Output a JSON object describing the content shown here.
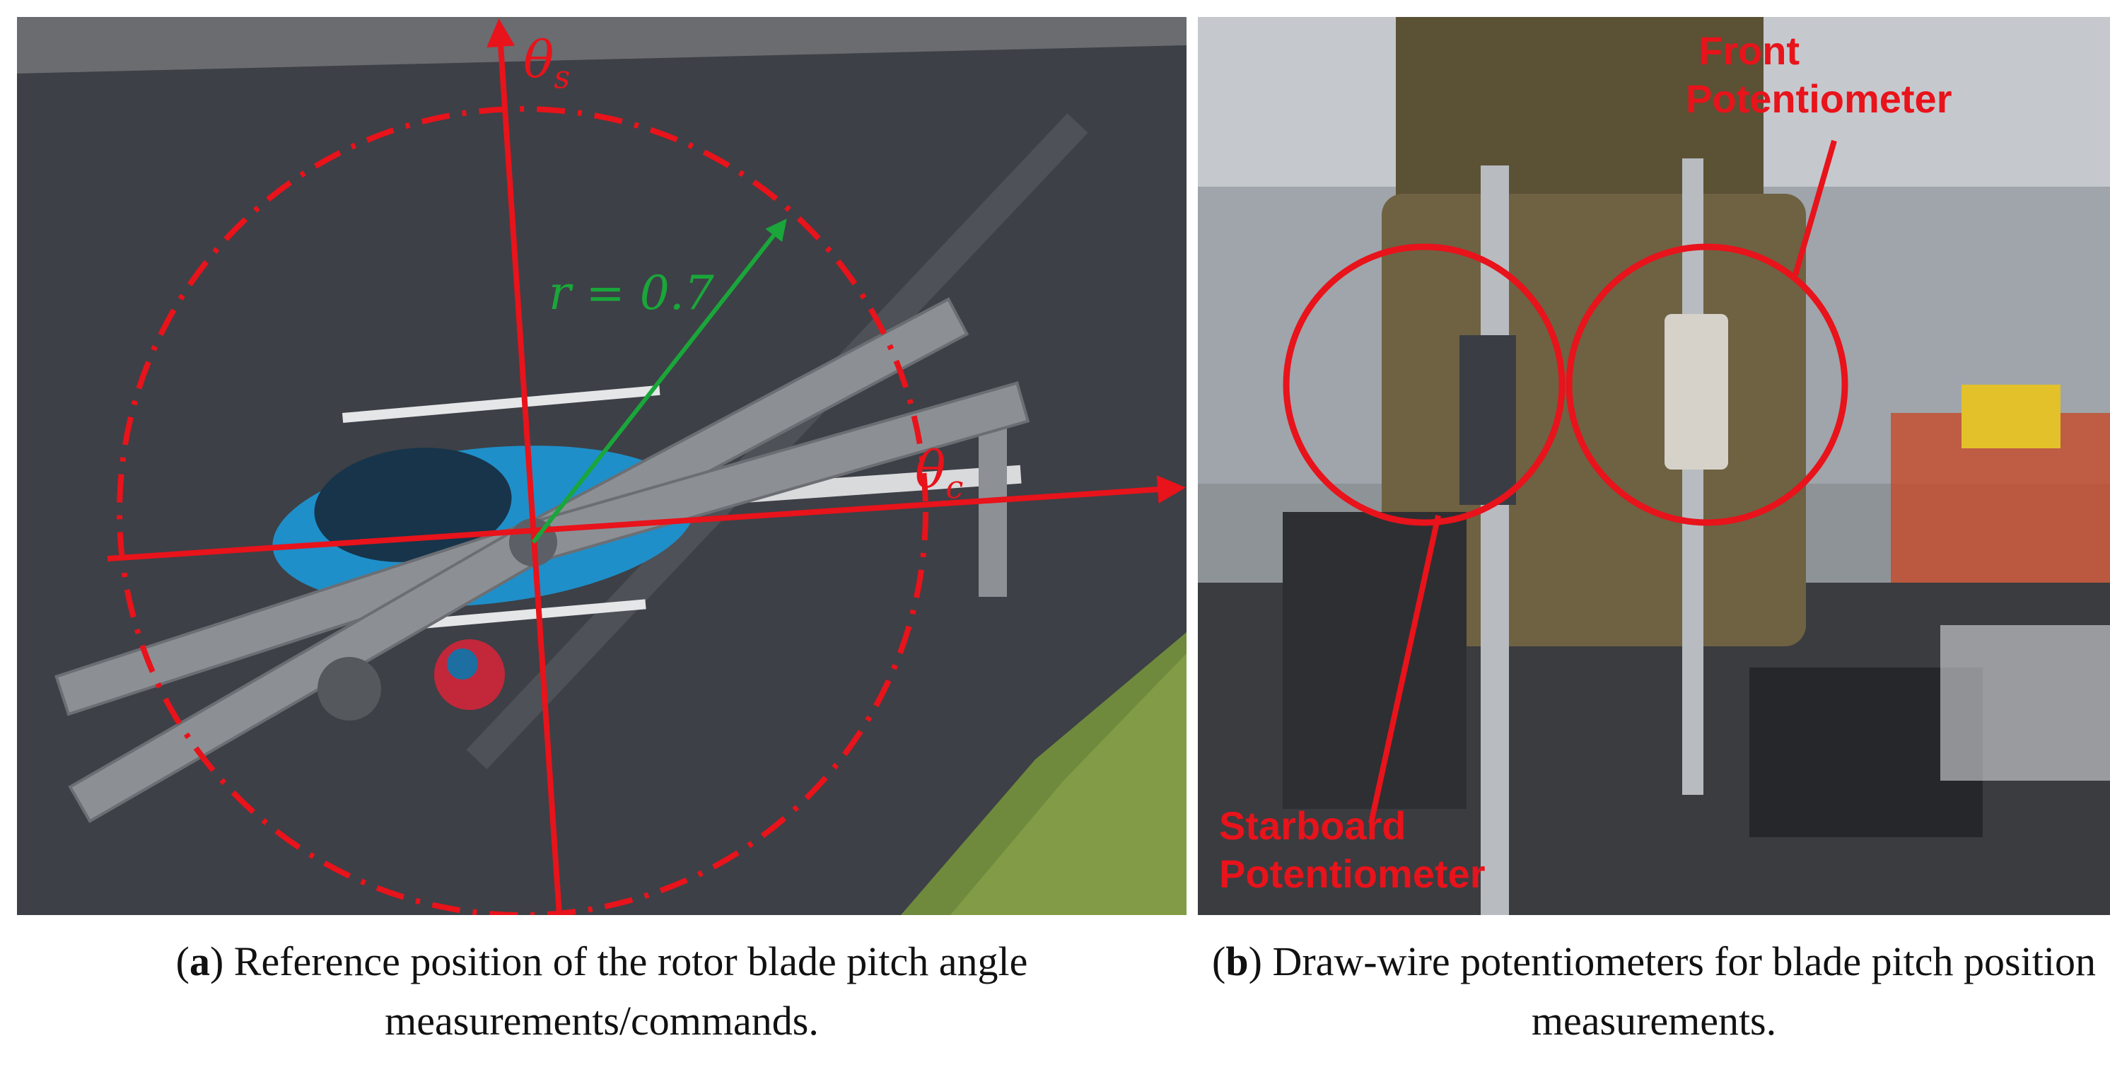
{
  "panel_a": {
    "labels": {
      "theta_s_symbol": "θ",
      "theta_s_sub": "s",
      "theta_c_symbol": "θ",
      "theta_c_sub": "c",
      "radius": "r = 0.7"
    },
    "caption": {
      "tag": "a",
      "text": "Reference position of the rotor blade pitch angle measurements/commands."
    }
  },
  "panel_b": {
    "labels": {
      "front_line1": "Front",
      "front_line2": "Potentiometer",
      "starboard_line1": "Starboard",
      "starboard_line2": "Potentiometer"
    },
    "caption": {
      "tag": "b",
      "text": "Draw-wire potentiometers for blade pitch position measurements."
    }
  },
  "colors": {
    "annotation_red": "#e8131b",
    "radius_green": "#1aa63a",
    "asphalt": "#3b3e44",
    "helicopter_blue": "#1f8fc9"
  }
}
